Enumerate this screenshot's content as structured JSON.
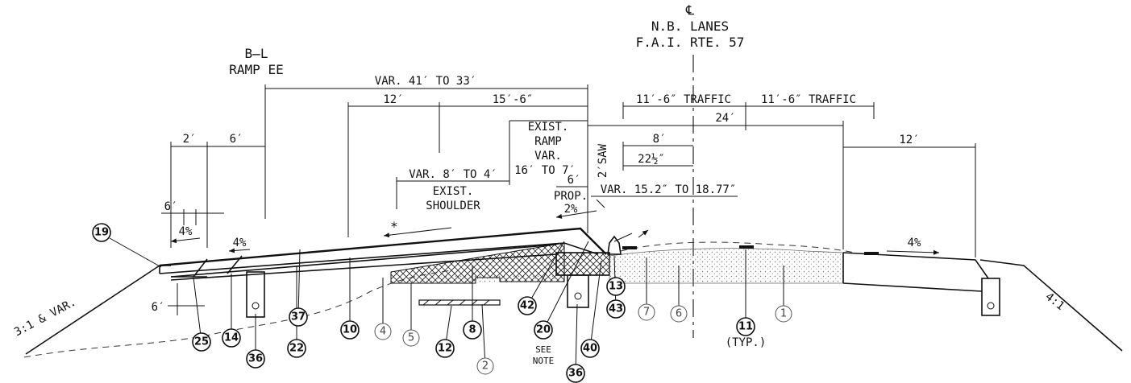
{
  "centerline": {
    "symbol": "℄",
    "name": "N.B. LANES",
    "route": "F.A.I. RTE. 57"
  },
  "baseline": {
    "symbol": "B̶L",
    "name": "RAMP EE"
  },
  "dimensions": {
    "var_41_33": "VAR. 41′ TO 33′",
    "d12_left": "12′",
    "d15_6": "15′-6″",
    "traffic_1": "11′-6″ TRAFFIC",
    "traffic_2": "11′-6″ TRAFFIC",
    "d24": "24′",
    "d12_right": "12′",
    "d2": "2′",
    "d6_top": "6′",
    "exist_ramp": [
      "EXIST.",
      "RAMP",
      "VAR.",
      "16′ TO 7′"
    ],
    "saw": "2′SAW",
    "d8": "8′",
    "d22_5": "22½″",
    "var_8_4": "VAR. 8′ TO 4′",
    "exist_shoulder": [
      "EXIST.",
      "SHOULDER"
    ],
    "d6_prop": "6′",
    "prop": "PROP.",
    "slope_2": "2%",
    "var_152": "VAR. 15.2″ TO 18.77″",
    "d6_left": "6′",
    "slope_4_a": "4%",
    "slope_4_b": "4%",
    "slope_4_right": "4%",
    "asterisk": "*",
    "d6_bottom": "6′",
    "slope_left": "3:1 & VAR.",
    "slope_right": "4:1"
  },
  "callouts": [
    "19",
    "25",
    "14",
    "36",
    "22",
    "37",
    "10",
    "4",
    "5",
    "12",
    "8",
    "2",
    "42",
    "20",
    "36",
    "40",
    "43",
    "13",
    "7",
    "6",
    "11",
    "1"
  ],
  "notes": {
    "typ": "(TYP.)",
    "see": "SEE",
    "note": "NOTE"
  }
}
